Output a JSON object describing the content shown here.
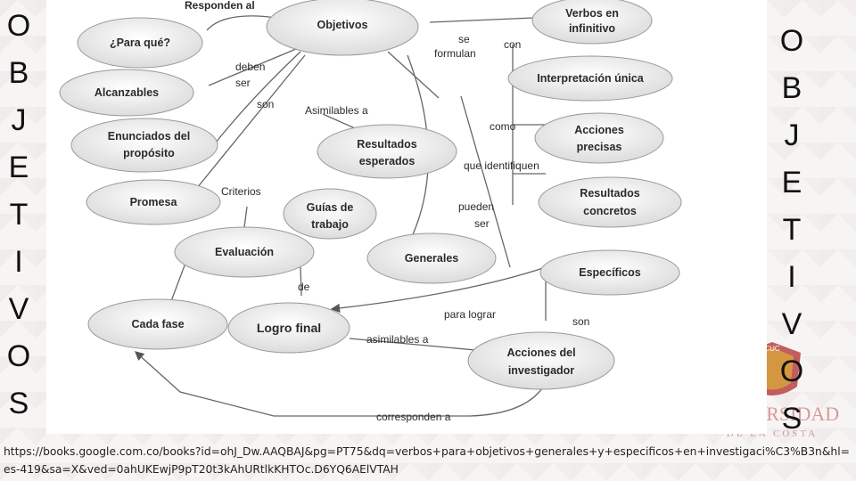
{
  "side_word_left": [
    "O",
    "B",
    "J",
    "E",
    "T",
    "I",
    "V",
    "O",
    "S"
  ],
  "side_word_right": [
    "O",
    "B",
    "J",
    "E",
    "T",
    "I",
    "V",
    "O",
    "S"
  ],
  "nodes": {
    "objetivos": "Objetivos",
    "verbos": [
      "Verbos en",
      "infinitivo"
    ],
    "para_que": "¿Para qué?",
    "alcanzables": "Alcanzables",
    "enunciados": [
      "Enunciados del",
      "propósito"
    ],
    "promesa": "Promesa",
    "evaluacion": "Evaluación",
    "cada_fase": "Cada fase",
    "logro_final": "Logro final",
    "resultados_esperados": [
      "Resultados",
      "esperados"
    ],
    "guias": [
      "Guías de",
      "trabajo"
    ],
    "generales": "Generales",
    "interpretacion": "Interpretación única",
    "acciones_precisas": [
      "Acciones",
      "precisas"
    ],
    "resultados_concretos": [
      "Resultados",
      "concretos"
    ],
    "especificos": "Específicos",
    "acciones_investigador": [
      "Acciones del",
      "investigador"
    ]
  },
  "edge_labels": {
    "responden_al": "Responden al",
    "se_formulan": [
      "se",
      "formulan"
    ],
    "con": "con",
    "deben_ser": [
      "deben",
      "ser"
    ],
    "son_1": "son",
    "asimilables_a_1": "Asimilables a",
    "como": "como",
    "que_identifiquen": "que identifiquen",
    "criterios": "Criterios",
    "pueden_ser": [
      "pueden",
      "ser"
    ],
    "de": "de",
    "para_lograr": "para lograr",
    "son_2": "son",
    "asimilables_a_2": "asimilables  a",
    "corresponden_a": "corresponden a"
  },
  "source_url": "https://books.google.com.co/books?id=ohJ_Dw.AAQBAJ&pg=PT75&dq=verbos+para+objetivos+generales+y+especificos+en+investigaci%C3%B3n&hl=es-419&sa=X&ved=0ahUKEwjP9pT20t3kAhURtlkKHTOc.D6YQ6AElVTAH",
  "logo": {
    "wordmark": "UNIVERSIDAD",
    "sub": "DE LA COSTA",
    "badge": "CUC"
  },
  "colors": {
    "accent": "#b32a2e",
    "node_fill": "#f2f2f2",
    "line": "#555555"
  }
}
